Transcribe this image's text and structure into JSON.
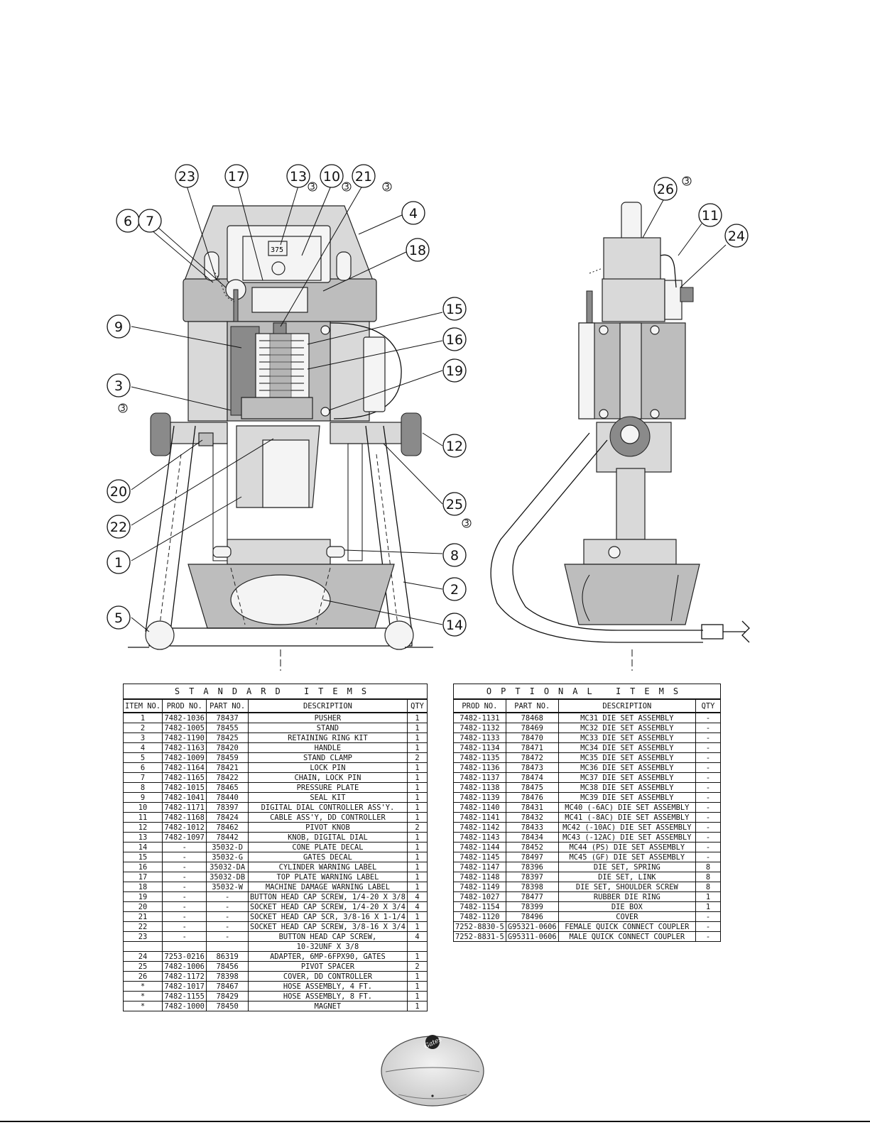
{
  "callouts": [
    "23",
    "17",
    "13",
    "10",
    "21",
    "4",
    "6",
    "7",
    "18",
    "9",
    "15",
    "16",
    "19",
    "3",
    "12",
    "20",
    "22",
    "25",
    "1",
    "8",
    "2",
    "5",
    "14",
    "26",
    "11",
    "24"
  ],
  "note_marker": "3",
  "standard_items": {
    "title": "STANDARD ITEMS",
    "headers": [
      "ITEM NO.",
      "PROD NO.",
      "PART NO.",
      "DESCRIPTION",
      "QTY"
    ],
    "rows": [
      [
        "1",
        "7482-1036",
        "78437",
        "PUSHER",
        "1"
      ],
      [
        "2",
        "7482-1005",
        "78455",
        "STAND",
        "1"
      ],
      [
        "3",
        "7482-1190",
        "78425",
        "RETAINING RING KIT",
        "1"
      ],
      [
        "4",
        "7482-1163",
        "78420",
        "HANDLE",
        "1"
      ],
      [
        "5",
        "7482-1009",
        "78459",
        "STAND CLAMP",
        "2"
      ],
      [
        "6",
        "7482-1164",
        "78421",
        "LOCK PIN",
        "1"
      ],
      [
        "7",
        "7482-1165",
        "78422",
        "CHAIN, LOCK PIN",
        "1"
      ],
      [
        "8",
        "7482-1015",
        "78465",
        "PRESSURE PLATE",
        "1"
      ],
      [
        "9",
        "7482-1041",
        "78440",
        "SEAL KIT",
        "1"
      ],
      [
        "10",
        "7482-1171",
        "78397",
        "DIGITAL DIAL CONTROLLER ASS'Y.",
        "1"
      ],
      [
        "11",
        "7482-1168",
        "78424",
        "CABLE ASS'Y, DD CONTROLLER",
        "1"
      ],
      [
        "12",
        "7482-1012",
        "78462",
        "PIVOT KNOB",
        "2"
      ],
      [
        "13",
        "7482-1097",
        "78442",
        "KNOB, DIGITAL DIAL",
        "1"
      ],
      [
        "14",
        "-",
        "35032-D",
        "CONE PLATE DECAL",
        "1"
      ],
      [
        "15",
        "-",
        "35032-G",
        "GATES DECAL",
        "1"
      ],
      [
        "16",
        "-",
        "35032-DA",
        "CYLINDER WARNING LABEL",
        "1"
      ],
      [
        "17",
        "-",
        "35032-DB",
        "TOP PLATE WARNING LABEL",
        "1"
      ],
      [
        "18",
        "-",
        "35032-W",
        "MACHINE DAMAGE WARNING LABEL",
        "1"
      ],
      [
        "19",
        "-",
        "-",
        "BUTTON HEAD CAP SCREW, 1/4-20 X 3/8",
        "4"
      ],
      [
        "20",
        "-",
        "-",
        "SOCKET HEAD CAP SCREW, 1/4-20 X 3/4",
        "4"
      ],
      [
        "21",
        "-",
        "-",
        "SOCKET HEAD CAP SCR, 3/8-16 X 1-1/4",
        "1"
      ],
      [
        "22",
        "-",
        "-",
        "SOCKET HEAD CAP SCREW, 3/8-16 X 3/4",
        "1"
      ],
      [
        "23",
        "-",
        "-",
        "BUTTON HEAD CAP SCREW,",
        "4"
      ],
      [
        "",
        "",
        "",
        "10-32UNF X 3/8",
        ""
      ],
      [
        "24",
        "7253-0216",
        "86319",
        "ADAPTER, 6MP-6FPX90, GATES",
        "1"
      ],
      [
        "25",
        "7482-1006",
        "78456",
        "PIVOT SPACER",
        "2"
      ],
      [
        "26",
        "7482-1172",
        "78398",
        "COVER, DD CONTROLLER",
        "1"
      ],
      [
        "*",
        "7482-1017",
        "78467",
        "HOSE ASSEMBLY, 4 FT.",
        "1"
      ],
      [
        "*",
        "7482-1155",
        "78429",
        "HOSE ASSEMBLY, 8 FT.",
        "1"
      ],
      [
        "*",
        "7482-1000",
        "78450",
        "MAGNET",
        "1"
      ]
    ]
  },
  "optional_items": {
    "title": "OPTIONAL ITEMS",
    "headers": [
      "PROD NO.",
      "PART NO.",
      "DESCRIPTION",
      "QTY"
    ],
    "rows": [
      [
        "7482-1131",
        "78468",
        "MC31  DIE SET ASSEMBLY",
        "-"
      ],
      [
        "7482-1132",
        "78469",
        "MC32  DIE SET ASSEMBLY",
        "-"
      ],
      [
        "7482-1133",
        "78470",
        "MC33  DIE SET ASSEMBLY",
        "-"
      ],
      [
        "7482-1134",
        "78471",
        "MC34  DIE SET ASSEMBLY",
        "-"
      ],
      [
        "7482-1135",
        "78472",
        "MC35  DIE SET ASSEMBLY",
        "-"
      ],
      [
        "7482-1136",
        "78473",
        "MC36  DIE SET ASSEMBLY",
        "-"
      ],
      [
        "7482-1137",
        "78474",
        "MC37  DIE SET ASSEMBLY",
        "-"
      ],
      [
        "7482-1138",
        "78475",
        "MC38  DIE SET ASSEMBLY",
        "-"
      ],
      [
        "7482-1139",
        "78476",
        "MC39  DIE SET ASSEMBLY",
        "-"
      ],
      [
        "7482-1140",
        "78431",
        "MC40 (-6AC) DIE SET ASSEMBLY",
        "-"
      ],
      [
        "7482-1141",
        "78432",
        "MC41 (-8AC) DIE SET ASSEMBLY",
        "-"
      ],
      [
        "7482-1142",
        "78433",
        "MC42 (-10AC) DIE SET ASSEMBLY",
        "-"
      ],
      [
        "7482-1143",
        "78434",
        "MC43 (-12AC) DIE SET ASSEMBLY",
        "-"
      ],
      [
        "7482-1144",
        "78452",
        "MC44 (PS) DIE SET ASSEMBLY",
        "-"
      ],
      [
        "7482-1145",
        "78497",
        "MC45 (GF) DIE SET ASSEMBLY",
        "-"
      ],
      [
        "7482-1147",
        "78396",
        "DIE SET, SPRING",
        "8"
      ],
      [
        "7482-1148",
        "78397",
        "DIE SET, LINK",
        "8"
      ],
      [
        "7482-1149",
        "78398",
        "DIE SET, SHOULDER SCREW",
        "8"
      ],
      [
        "7482-1027",
        "78477",
        "RUBBER DIE RING",
        "1"
      ],
      [
        "7482-1154",
        "78399",
        "DIE BOX",
        "1"
      ],
      [
        "7482-1120",
        "78496",
        "COVER",
        "-"
      ],
      [
        "7252-8830-5",
        "G95321-0606",
        "FEMALE QUICK CONNECT COUPLER",
        "-"
      ],
      [
        "7252-8831-5",
        "G95311-0606",
        "MALE QUICK CONNECT COUPLER",
        "-"
      ]
    ]
  },
  "dial_readout": "375",
  "logo_text": "Gates"
}
